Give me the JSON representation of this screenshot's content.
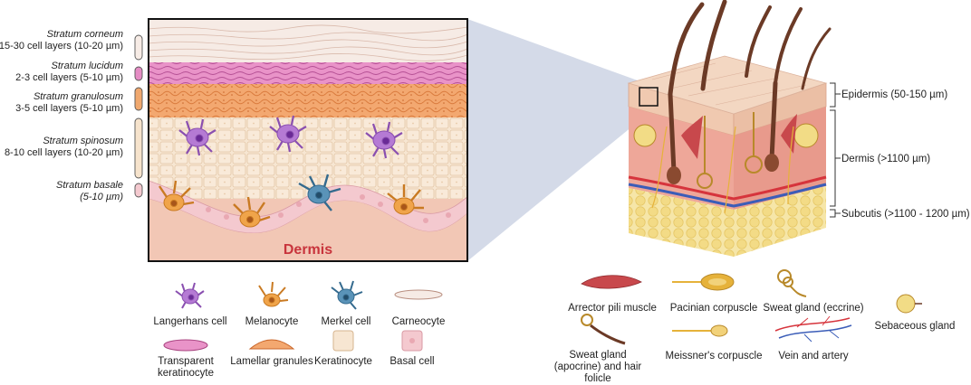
{
  "strata": [
    {
      "name": "Stratum corneum",
      "detail": "15-30 cell layers (10-20 µm)"
    },
    {
      "name": "Stratum lucidum",
      "detail": "2-3 cell layers (5-10 µm)"
    },
    {
      "name": "Stratum granulosum",
      "detail": "3-5 cell layers (5-10 µm)"
    },
    {
      "name": "Stratum spinosum",
      "detail": "8-10 cell layers (10-20 µm)"
    },
    {
      "name": "Stratum basale",
      "detail": "(5-10 µm)"
    }
  ],
  "inset_label": "Dermis",
  "skin_layers": [
    {
      "label": "Epidermis (50-150 µm)"
    },
    {
      "label": "Dermis (>1100 µm)"
    },
    {
      "label": "Subcutis (>1100 - 1200 µm)"
    }
  ],
  "cell_legend": [
    {
      "label": "Langerhans cell"
    },
    {
      "label": "Melanocyte"
    },
    {
      "label": "Merkel cell"
    },
    {
      "label": "Carneocyte"
    },
    {
      "label": "Transparent keratinocyte",
      "line1": "Transparent",
      "line2": "keratinocyte"
    },
    {
      "label": "Lamellar granules"
    },
    {
      "label": "Keratinocyte"
    },
    {
      "label": "Basal cell"
    }
  ],
  "structure_legend": [
    {
      "label": "Arrector pili muscle"
    },
    {
      "label": "Pacinian corpuscle"
    },
    {
      "label": "Sweat gland (eccrine)"
    },
    {
      "label": "Sebaceous gland"
    },
    {
      "label": "Sweat gland (apocrine) and hair folicle",
      "line1": "Sweat gland",
      "line2": "(apocrine) and hair",
      "line3": "folicle"
    },
    {
      "label": "Meissner's corpuscle"
    },
    {
      "label": "Vein and artery"
    }
  ],
  "colors": {
    "corneum": "#f3e4dc",
    "lucidum": "#e58cc4",
    "granulosum": "#f0a86e",
    "spinosum": "#f6e3cc",
    "basal": "#f4c9cf",
    "dermis": "#f2c7b5",
    "dermis_text": "#c8343c",
    "langerhans": "#b57ad4",
    "melanocyte": "#f0a44a",
    "merkel": "#5a93b8",
    "vein": "#3b5db8",
    "artery": "#d6343c",
    "fat": "#f2dc86"
  }
}
